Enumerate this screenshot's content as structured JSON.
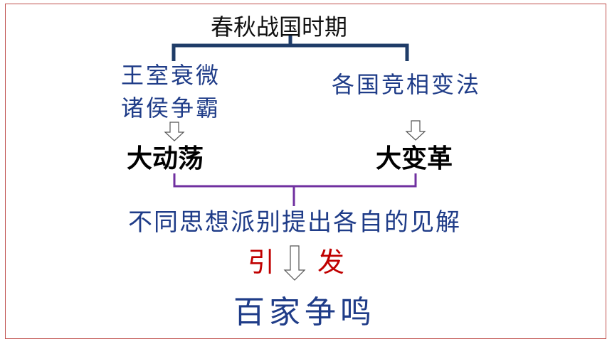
{
  "diagram": {
    "title": "春秋战国时期",
    "left_cause": [
      "王室衰微",
      "诸侯争霸"
    ],
    "right_cause": "各国竞相变法",
    "left_result": "大动荡",
    "right_result": "大变革",
    "views": "不同思想派别提出各自的见解",
    "lead_left": "引",
    "lead_right": "发",
    "final": "百家争鸣"
  },
  "colors": {
    "text_blue": "#1f3c88",
    "bracket_navy": "#1f3c68",
    "bracket_purple": "#7030a0",
    "text_red": "#c00000",
    "frame_red": "#c0504d"
  }
}
